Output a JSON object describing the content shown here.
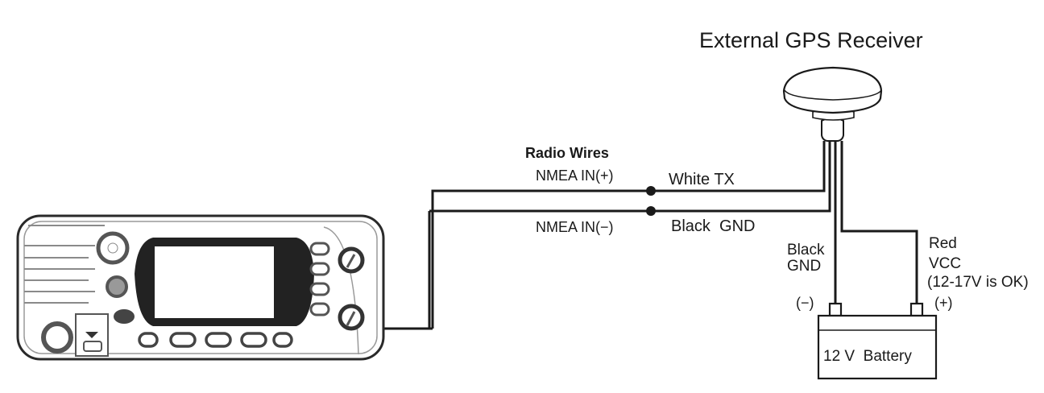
{
  "title": "External GPS Receiver",
  "radio_wires": {
    "heading": "Radio Wires",
    "nmea_in_plus": "NMEA IN(+)",
    "nmea_in_minus": "NMEA IN(−)"
  },
  "gps_wires": {
    "white_tx": "White TX",
    "black_gnd": "Black  GND"
  },
  "battery_wires": {
    "black_line1": "Black",
    "black_line2": "GND",
    "red_line1": "Red",
    "red_line2": "VCC",
    "red_line3": "(12-17V is OK)",
    "negative_terminal": "(−)",
    "positive_terminal": "(+)"
  },
  "battery": {
    "label": "12 V  Battery"
  },
  "components": {
    "radio": "vhf-radio-unit",
    "gps": "gps-receiver-puck",
    "battery": "12v-battery"
  }
}
